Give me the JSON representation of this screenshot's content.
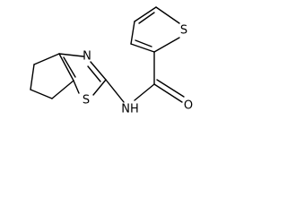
{
  "structure": {
    "atoms": {
      "thiophene_sulfur": "S",
      "thiazole_nitrogen": "N",
      "thiazole_sulfur": "S",
      "amide_nitrogen_h": "NH",
      "carbonyl_oxygen": "O"
    },
    "colors": {
      "bond": "#000000",
      "label": "#000000",
      "background": "#ffffff"
    }
  }
}
